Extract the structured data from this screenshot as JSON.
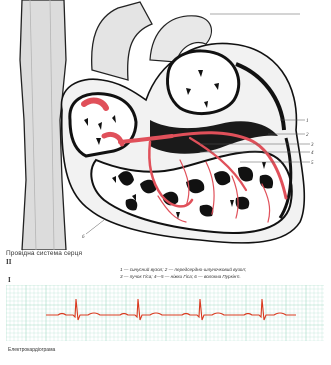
{
  "figure": {
    "title": "Провідна система серця",
    "callouts": [
      "1",
      "2",
      "3",
      "4",
      "5",
      "6"
    ],
    "legend_line1": "1 — синусний вузол; 2 — передсердно-шлуночковий вузол;",
    "legend_line2": "3 — пучок Гіса; 4—5 — ніжки Гіса; 6 — волокна Пуркін'є.",
    "roman_ii": "II",
    "roman_i": "I"
  },
  "ecg": {
    "caption": "Електрокардіограма",
    "grid_color": "#9fd9c3",
    "trace_color": "#d9391f"
  },
  "colors": {
    "conduction": "#e0505a",
    "outline": "#111111",
    "vessel": "#d6d6d6"
  }
}
